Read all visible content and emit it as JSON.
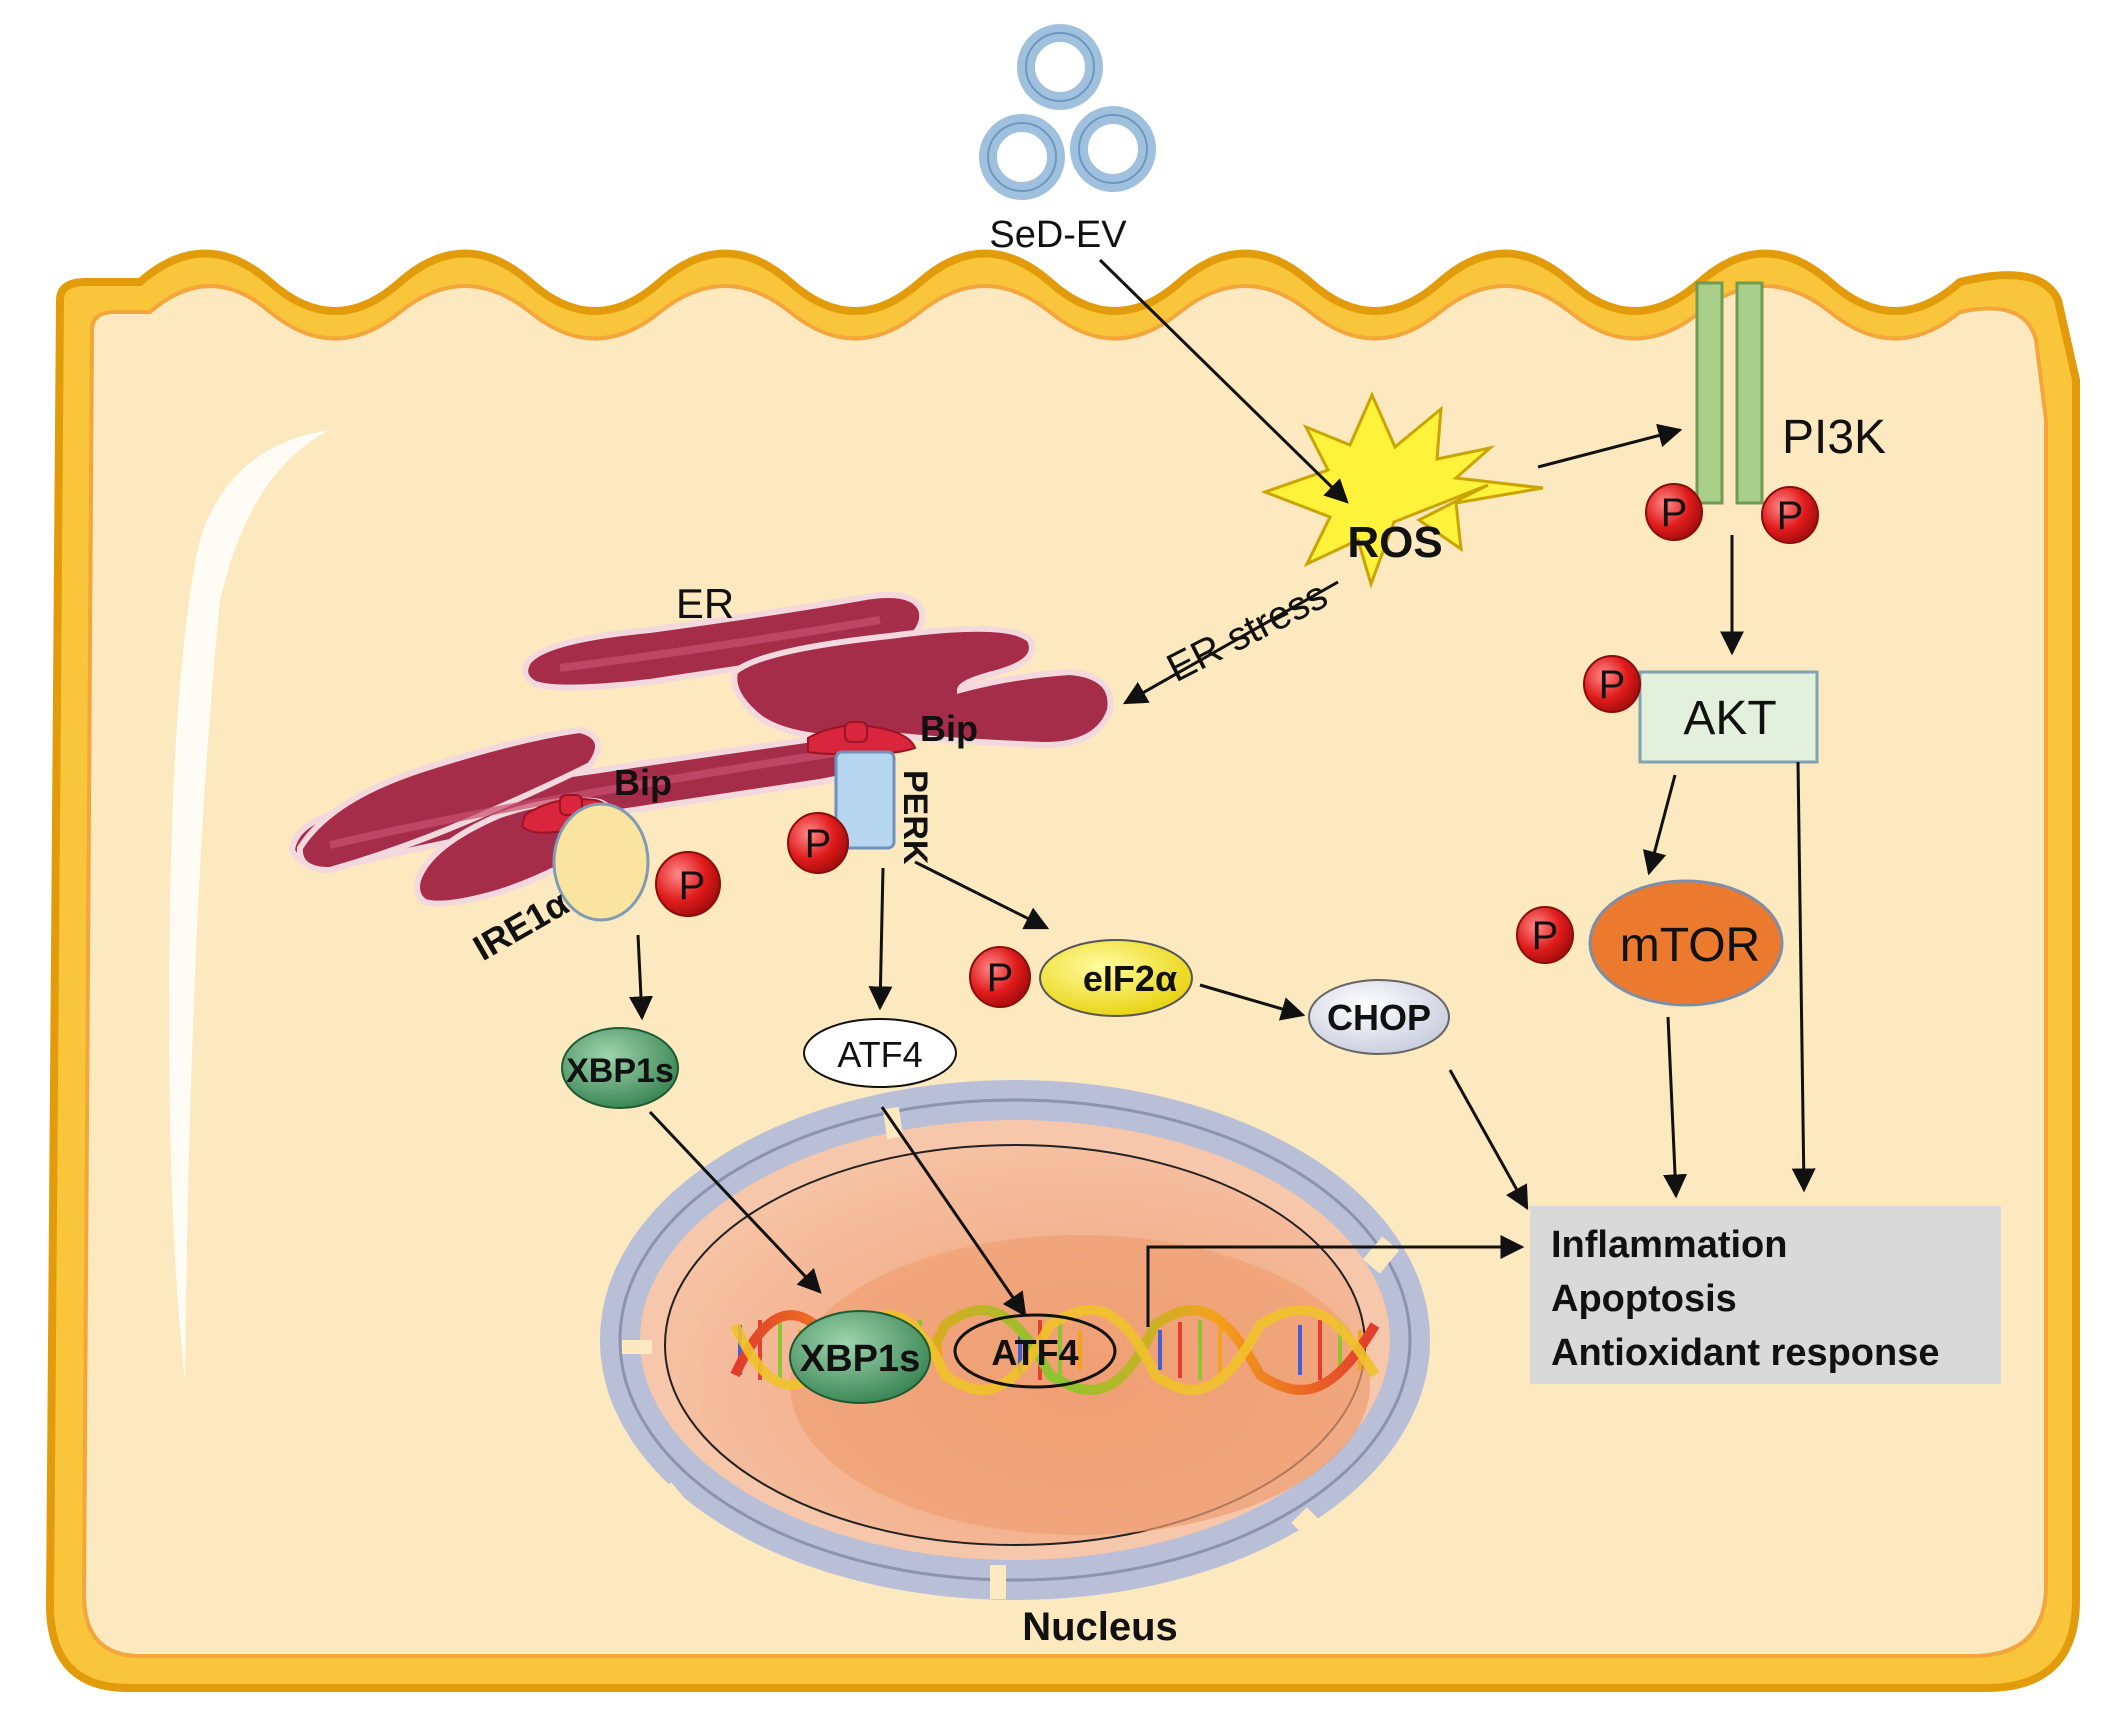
{
  "labels": {
    "sed_ev": "SeD-EV",
    "ros": "ROS",
    "pi3k": "PI3K",
    "akt": "AKT",
    "mtor": "mTOR",
    "er": "ER",
    "er_stress": "ER stress",
    "bip_left": "Bip",
    "bip_right": "Bip",
    "perk": "PERK",
    "ire1a": "IRE1α",
    "eif2a": "eIF2α",
    "chop": "CHOP",
    "atf4": "ATF4",
    "xbp1s": "XBP1s",
    "atf4_nuc": "ATF4",
    "xbp1s_nuc": "XBP1s",
    "nucleus": "Nucleus",
    "phospho": "P"
  },
  "outcomes": [
    "Inflammation",
    "Apoptosis",
    "Antioxidant response"
  ],
  "colors": {
    "membrane": "#f5b61e",
    "cytoplasm": "#fdebc2",
    "er": "#a62d4a",
    "bip": "#d9263c",
    "phospho": "#e01b1b",
    "ros": "#fff23a",
    "receptor": "#a9cf8a",
    "akt_box": "#e3f1dc",
    "mtor": "#ec7a2e",
    "xbp1s": "#3f9a5f",
    "eif2a": "#f2e000",
    "chop": "#d6dae8",
    "perk": "#b6d5ef",
    "ire1a": "#fbe3a0",
    "nucleus": "#f4b592",
    "outcome_box": "#d9d9d9"
  }
}
